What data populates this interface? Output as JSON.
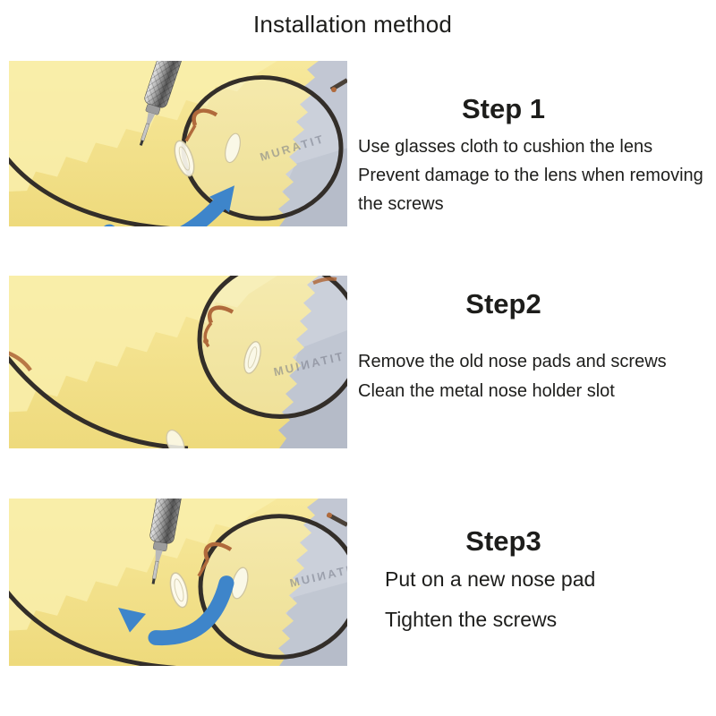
{
  "title": "Installation method",
  "colors": {
    "text": "#1d1d1b",
    "arrow_blue": "#3e85ca",
    "cloth_yellow": "#f3e194",
    "cloth_yellow_fold": "#f9eeac",
    "cloth_gray": "#c2c7d3",
    "frame_dark": "#332e29",
    "frame_copper": "#b06a3c",
    "background": "#ffffff"
  },
  "steps": [
    {
      "heading": "Step 1",
      "lines": [
        "Use glasses cloth to cushion the lens",
        "Prevent damage to the lens when removing",
        "the screws"
      ],
      "photo": {
        "watermark": "MURATIT",
        "arrow_direction": "up-right",
        "tool": "screwdriver"
      }
    },
    {
      "heading": "Step2",
      "lines": [
        "Remove the old nose pads and screws",
        "Clean the metal nose holder slot"
      ],
      "photo": {
        "watermark": "TITANIUM",
        "arrow_direction": "none",
        "tool": "none"
      }
    },
    {
      "heading": "Step3",
      "lines": [
        "Put on a new nose pad",
        "Tighten the screws"
      ],
      "photo": {
        "watermark": "TITANIUM",
        "arrow_direction": "up-left",
        "tool": "screwdriver"
      }
    }
  ]
}
